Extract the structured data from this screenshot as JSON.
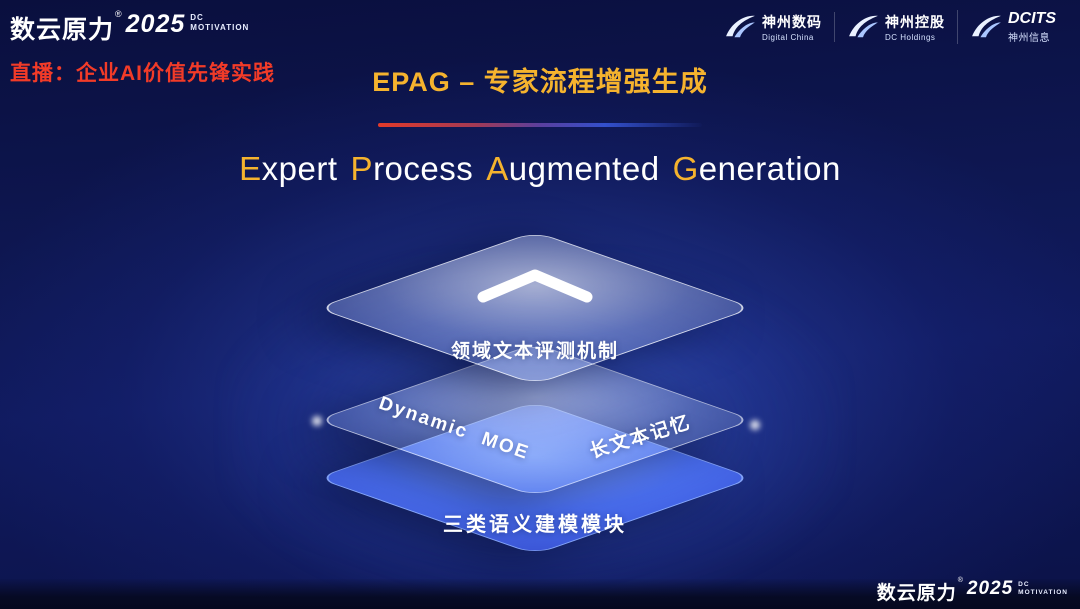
{
  "brand": {
    "name": "数云原力",
    "reg": "®",
    "year": "2025",
    "tag_line1": "DC",
    "tag_line2": "MOTIVATION"
  },
  "header": {
    "live_label": "直播：企业AI价值先锋实践",
    "partners": [
      {
        "cn": "神州数码",
        "en": "Digital China",
        "icon": "swoosh-icon"
      },
      {
        "cn": "神州控股",
        "en": "DC Holdings",
        "icon": "swoosh-icon"
      },
      {
        "cn": "DCITS",
        "en": "神州信息",
        "icon": "swoosh-icon"
      }
    ]
  },
  "title": {
    "heading": "EPAG – 专家流程增强生成",
    "subtitle_words": [
      {
        "initial": "E",
        "rest": "xpert"
      },
      {
        "initial": "P",
        "rest": "rocess"
      },
      {
        "initial": "A",
        "rest": "ugmented"
      },
      {
        "initial": "G",
        "rest": "eneration"
      }
    ]
  },
  "diagram": {
    "layers": [
      {
        "name": "top-layer",
        "icon": "chevron-up-icon",
        "label": "领域文本评测机制"
      },
      {
        "name": "middle-layer",
        "label_left": "Dynamic MOE",
        "label_right": "长文本记忆"
      },
      {
        "name": "bottom-layer",
        "label": "三类语义建模模块"
      }
    ]
  },
  "colors": {
    "accent_gold": "#f5b32e",
    "live_red": "#f23b28",
    "layer_blue": "#4a6ff0",
    "background_navy": "#0e1752"
  }
}
